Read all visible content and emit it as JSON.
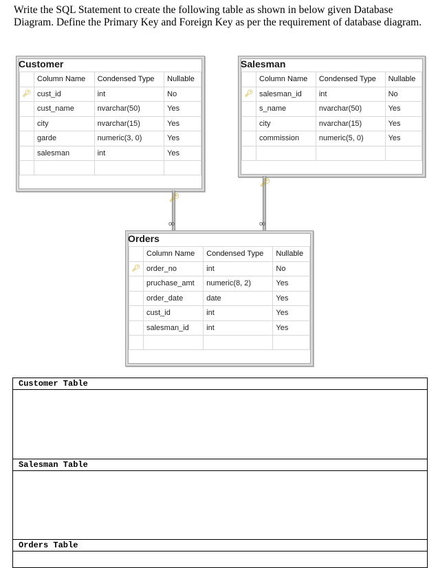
{
  "question": "Write the SQL Statement to create the following table as shown in below given Database Diagram. Define the Primary Key and Foreign Key as per the requirement of database diagram.",
  "headers": {
    "column_name": "Column Name",
    "condensed_type": "Condensed Type",
    "nullable": "Nullable"
  },
  "customer": {
    "title": "Customer",
    "rows": [
      {
        "name": "cust_id",
        "type": "int",
        "nullable": "No",
        "pk": true
      },
      {
        "name": "cust_name",
        "type": "nvarchar(50)",
        "nullable": "Yes",
        "pk": false
      },
      {
        "name": "city",
        "type": "nvarchar(15)",
        "nullable": "Yes",
        "pk": false
      },
      {
        "name": "garde",
        "type": "numeric(3, 0)",
        "nullable": "Yes",
        "pk": false
      },
      {
        "name": "salesman",
        "type": "int",
        "nullable": "Yes",
        "pk": false
      }
    ]
  },
  "salesman": {
    "title": "Salesman",
    "rows": [
      {
        "name": "salesman_id",
        "type": "int",
        "nullable": "No",
        "pk": true
      },
      {
        "name": "s_name",
        "type": "nvarchar(50)",
        "nullable": "Yes",
        "pk": false
      },
      {
        "name": "city",
        "type": "nvarchar(15)",
        "nullable": "Yes",
        "pk": false
      },
      {
        "name": "commission",
        "type": "numeric(5, 0)",
        "nullable": "Yes",
        "pk": false
      }
    ]
  },
  "orders": {
    "title": "Orders",
    "rows": [
      {
        "name": "order_no",
        "type": "int",
        "nullable": "No",
        "pk": true
      },
      {
        "name": "pruchase_amt",
        "type": "numeric(8, 2)",
        "nullable": "Yes",
        "pk": false
      },
      {
        "name": "order_date",
        "type": "date",
        "nullable": "Yes",
        "pk": false
      },
      {
        "name": "cust_id",
        "type": "int",
        "nullable": "Yes",
        "pk": false
      },
      {
        "name": "salesman_id",
        "type": "int",
        "nullable": "Yes",
        "pk": false
      }
    ]
  },
  "answers": {
    "customer_label": "Customer Table",
    "salesman_label": "Salesman Table",
    "orders_label": "Orders Table"
  },
  "colors": {
    "key": "#c8a000",
    "border": "#9a9a9a"
  }
}
